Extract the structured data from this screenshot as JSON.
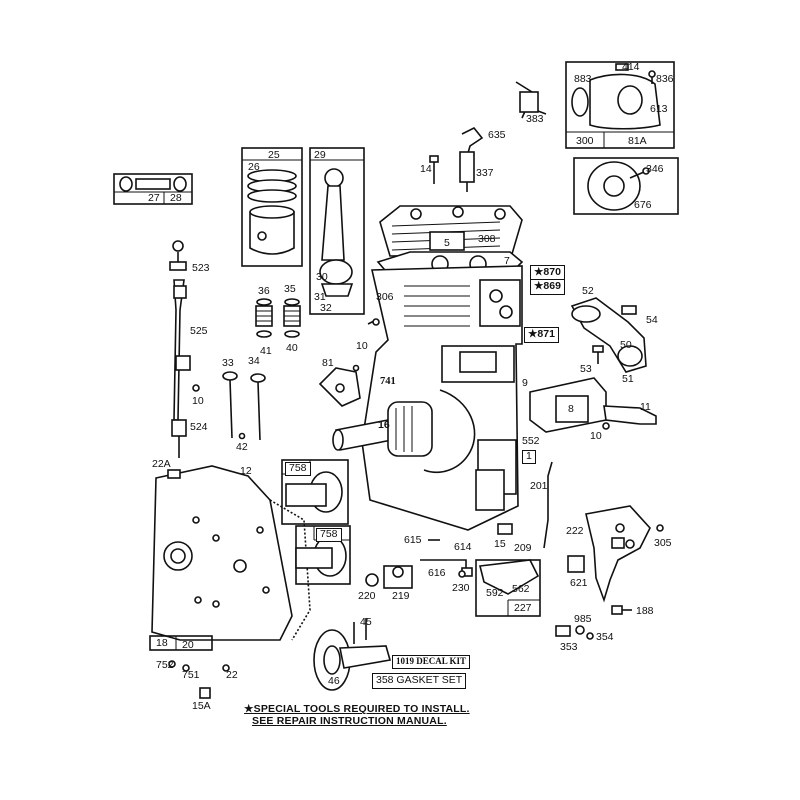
{
  "parts": {
    "p414": "414",
    "p883": "883",
    "p836": "836",
    "p613": "613",
    "p300": "300",
    "p81A": "81A",
    "p383": "383",
    "p635": "635",
    "p337": "337",
    "p14": "14",
    "p346": "346",
    "p676": "676",
    "p27": "27",
    "p28": "28",
    "p25": "25",
    "p26": "26",
    "p29": "29",
    "p5": "5",
    "p308": "308",
    "p7": "7",
    "p870": "★870",
    "p869": "★869",
    "p871": "★871",
    "p306": "306",
    "p30": "30",
    "p31": "31",
    "p32": "32",
    "p523": "523",
    "p525": "525",
    "p36": "36",
    "p35": "35",
    "p41": "41",
    "p40": "40",
    "p52": "52",
    "p54": "54",
    "p50": "50",
    "p51": "51",
    "p53": "53",
    "p10a": "10",
    "p81": "81",
    "p741": "741",
    "p33": "33",
    "p34": "34",
    "p10b": "10",
    "p9": "9",
    "p8": "8",
    "p11": "11",
    "p10c": "10",
    "p16": "16",
    "p42": "42",
    "p524": "524",
    "p552": "552",
    "p1": "1",
    "p22A": "22A",
    "p12": "12",
    "p758a": "758",
    "p758b": "758",
    "p201": "201",
    "p222": "222",
    "p305": "305",
    "p615": "615",
    "p614": "614",
    "p15": "15",
    "p209": "209",
    "p616": "616",
    "p220": "220",
    "p219": "219",
    "p230": "230",
    "p592": "592",
    "p562": "562",
    "p227": "227",
    "p621": "621",
    "p188": "188",
    "p985": "985",
    "p354": "354",
    "p353": "353",
    "p18": "18",
    "p20": "20",
    "p45": "45",
    "p752": "752",
    "p751": "751",
    "p22": "22",
    "p46": "46",
    "p15A": "15A"
  },
  "kits": {
    "decal_kit": "1019 DECAL KIT",
    "gasket_set": "358 GASKET SET"
  },
  "note": {
    "line1": "★SPECIAL TOOLS REQUIRED TO INSTALL.",
    "line2": "SEE REPAIR INSTRUCTION MANUAL."
  }
}
